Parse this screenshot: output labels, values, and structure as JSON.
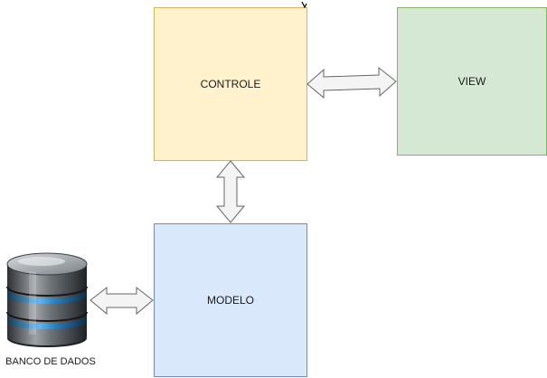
{
  "diagram": {
    "nodes": {
      "controle": {
        "label": "CONTROLE",
        "fill": "#fff2cc",
        "stroke": "#d6b656"
      },
      "view": {
        "label": "VIEW",
        "fill": "#d5e8d4",
        "stroke": "#82b366"
      },
      "modelo": {
        "label": "MODELO",
        "fill": "#dae8fc",
        "stroke": "#6c8ebf"
      },
      "database": {
        "label": "BANCO DE DADOS",
        "icon": "database-icon"
      }
    },
    "edges": [
      {
        "from": "controle",
        "to": "view",
        "style": "double-arrow"
      },
      {
        "from": "controle",
        "to": "modelo",
        "style": "double-arrow"
      },
      {
        "from": "database",
        "to": "modelo",
        "style": "double-arrow"
      }
    ]
  }
}
